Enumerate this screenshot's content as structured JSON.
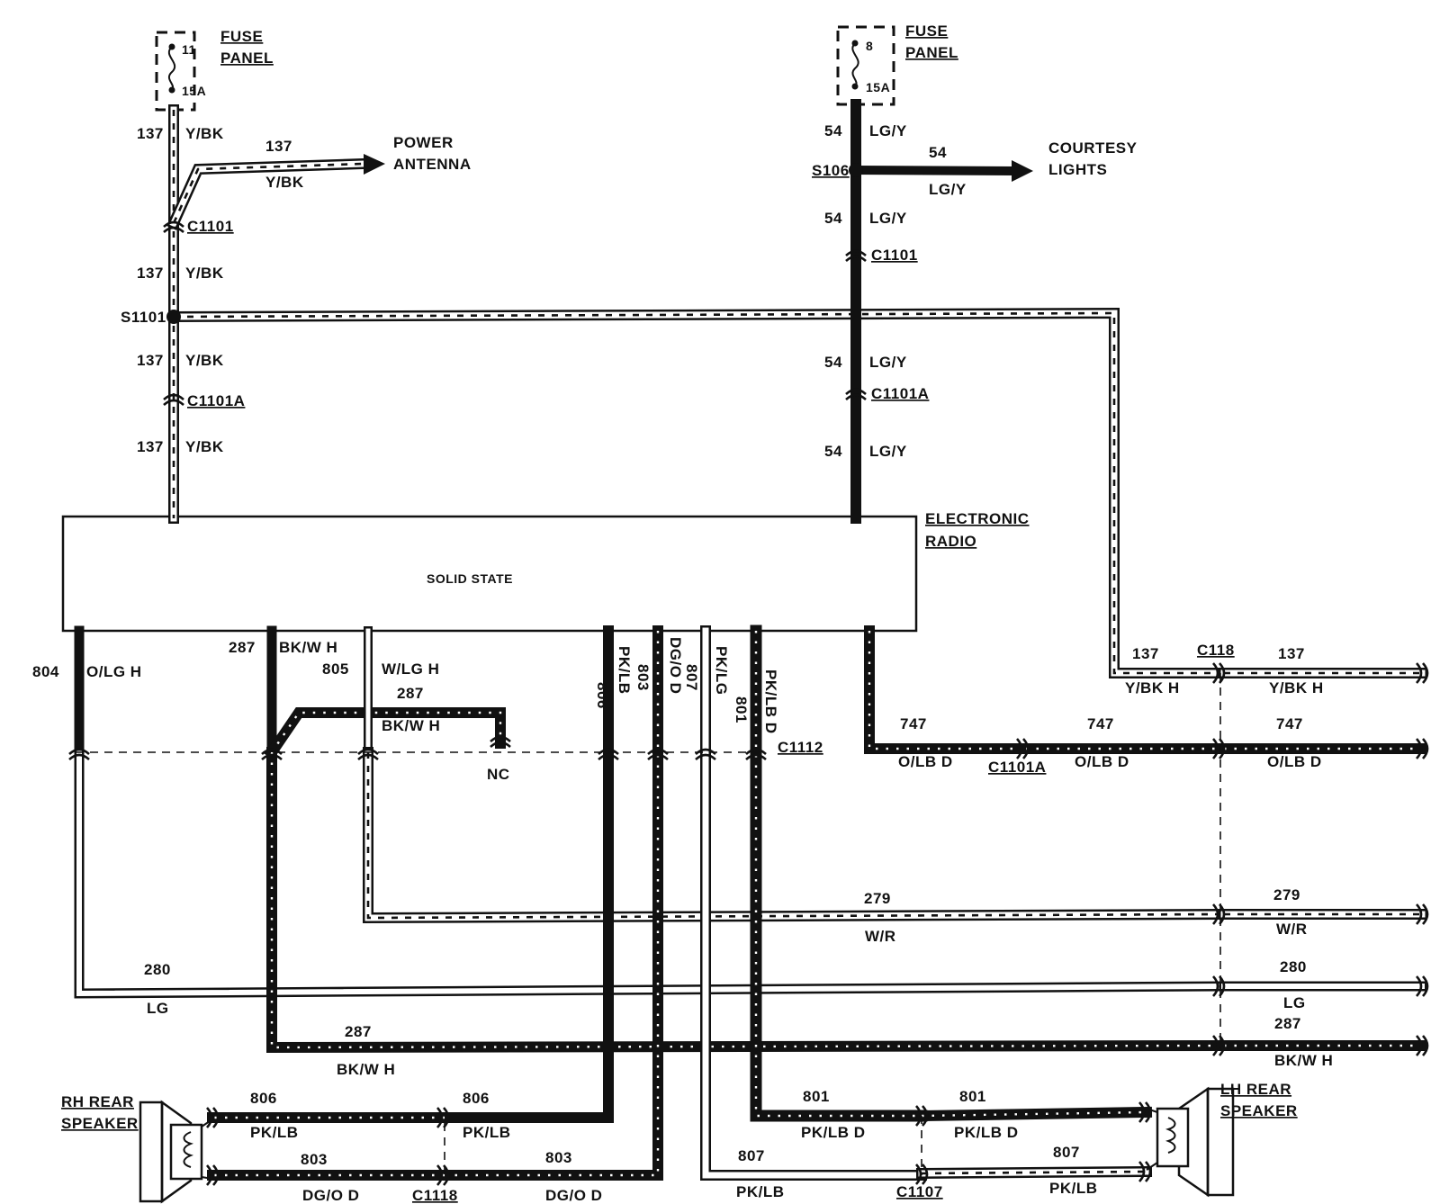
{
  "radio": {
    "title_line1": "ELECTRONIC",
    "title_line2": "RADIO",
    "body_label": "SOLID STATE"
  },
  "fuse_left": {
    "number": "11",
    "rating": "15A",
    "label_line1": "FUSE",
    "label_line2": "PANEL"
  },
  "fuse_right": {
    "number": "8",
    "rating": "15A",
    "label_line1": "FUSE",
    "label_line2": "PANEL"
  },
  "destinations": {
    "power_antenna_line1": "POWER",
    "power_antenna_line2": "ANTENNA",
    "courtesy_lights_line1": "COURTESY",
    "courtesy_lights_line2": "LIGHTS"
  },
  "speakers": {
    "rh_line1": "RH REAR",
    "rh_line2": "SPEAKER",
    "lh_line1": "LH REAR",
    "lh_line2": "SPEAKER"
  },
  "splices": {
    "s1101": "S1101",
    "s106": "S106"
  },
  "connectors": {
    "c1101": "C1101",
    "c1101a": "C1101A",
    "c1112": "C1112",
    "c118": "C118",
    "c1118": "C1118",
    "c1107": "C1107"
  },
  "nc": "NC",
  "wires": {
    "n137": "137",
    "c137": "Y/BK",
    "c137h": "Y/BK H",
    "n54": "54",
    "c54": "LG/Y",
    "n804": "804",
    "c804": "O/LG H",
    "n287": "287",
    "c287": "BK/W H",
    "n805": "805",
    "c805": "W/LG H",
    "n806": "806",
    "c806": "PK/LB",
    "n803": "803",
    "c803": "DG/O D",
    "n807": "807",
    "c807": "PK/LG",
    "c807b": "PK/LB",
    "n801": "801",
    "c801": "PK/LB D",
    "n747": "747",
    "c747": "O/LB D",
    "n279": "279",
    "c279": "W/R",
    "n280": "280",
    "c280": "LG"
  }
}
